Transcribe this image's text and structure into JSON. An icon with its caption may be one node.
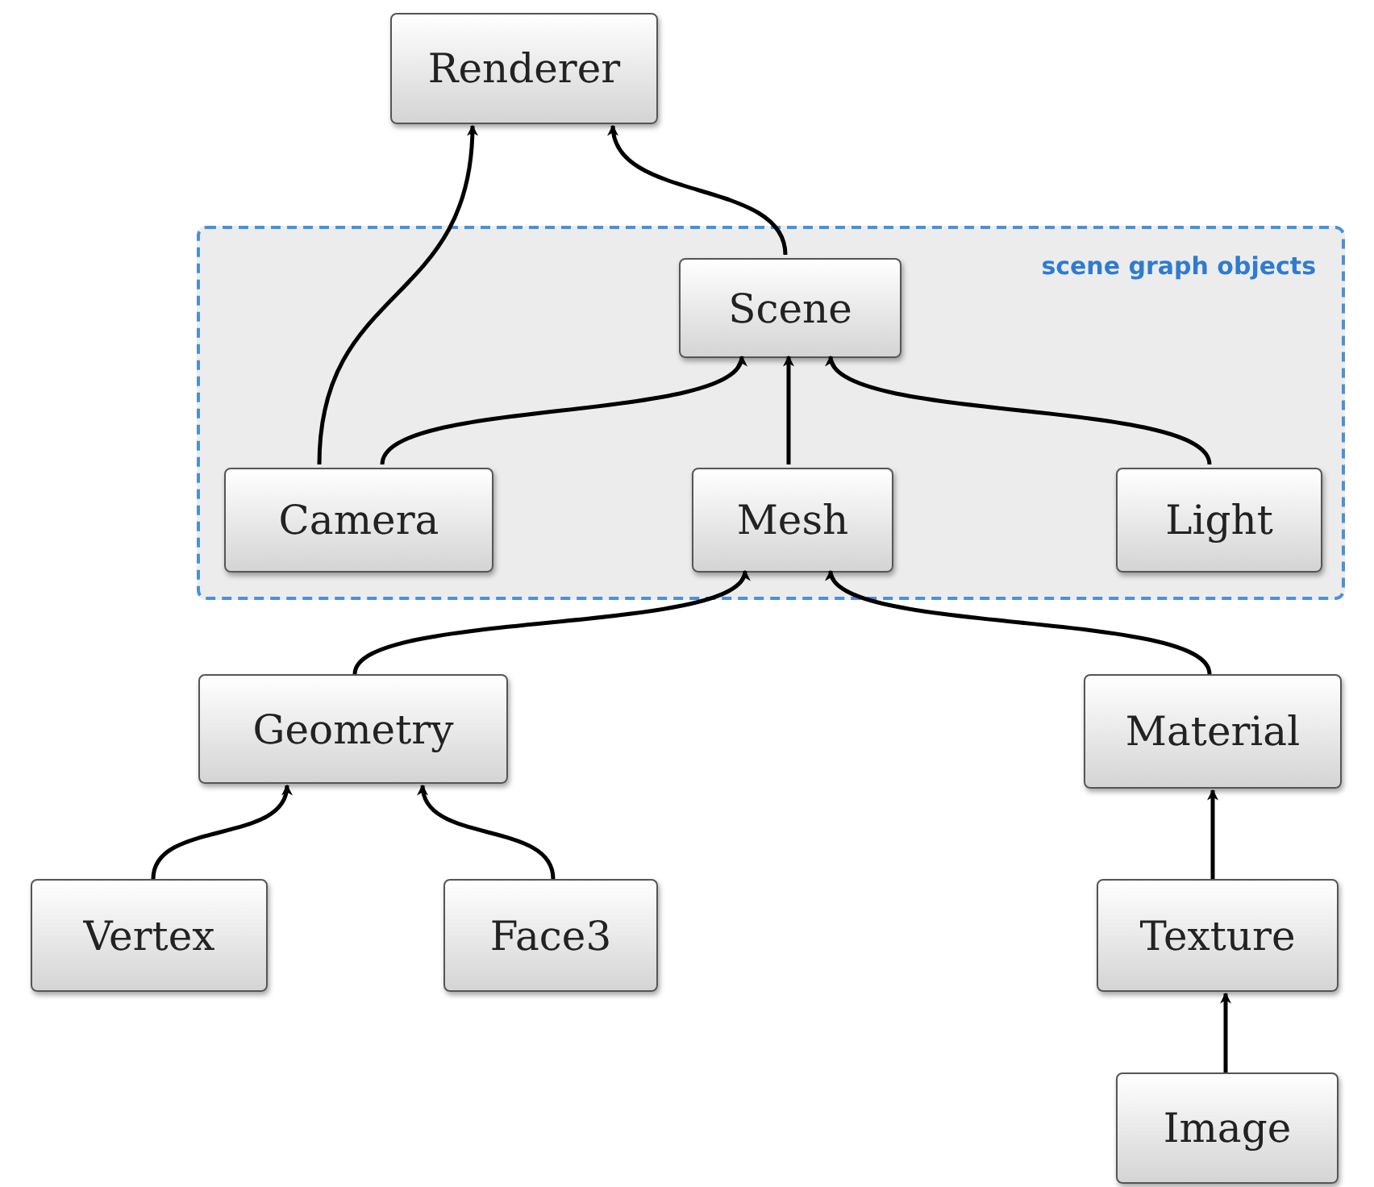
{
  "diagram": {
    "nodes": [
      {
        "text": [
          "scene graph objects"
        ]
      },
      {
        "text": [
          "Renderer"
        ]
      },
      {
        "text": [
          "Scene"
        ],
        "in": 0
      },
      {
        "text": [
          "Camera"
        ],
        "in": 0
      },
      {
        "text": [
          "Mesh"
        ],
        "in": 0
      },
      {
        "text": [
          "Light"
        ],
        "in": 0
      },
      {
        "text": [
          "Geometry"
        ]
      },
      {
        "text": [
          "Material"
        ]
      },
      {
        "text": [
          "Vertex"
        ]
      },
      {
        "text": [
          "Face3"
        ]
      },
      {
        "text": [
          "Texture"
        ]
      },
      {
        "text": [
          "Image"
        ]
      }
    ],
    "edges": [
      {
        "from": 3,
        "to": 1,
        "arrow": "to"
      },
      {
        "from": 2,
        "to": 1,
        "arrow": "to"
      },
      {
        "from": 3,
        "to": 2,
        "arrow": "to"
      },
      {
        "from": 4,
        "to": 2,
        "arrow": "to"
      },
      {
        "from": 5,
        "to": 2,
        "arrow": "to"
      },
      {
        "from": 6,
        "to": 4,
        "arrow": "to"
      },
      {
        "from": 7,
        "to": 4,
        "arrow": "to"
      },
      {
        "from": 8,
        "to": 6,
        "arrow": "to"
      },
      {
        "from": 9,
        "to": 6,
        "arrow": "to"
      },
      {
        "from": 10,
        "to": 7,
        "arrow": "to"
      },
      {
        "from": 11,
        "to": 10,
        "arrow": "to"
      }
    ]
  }
}
